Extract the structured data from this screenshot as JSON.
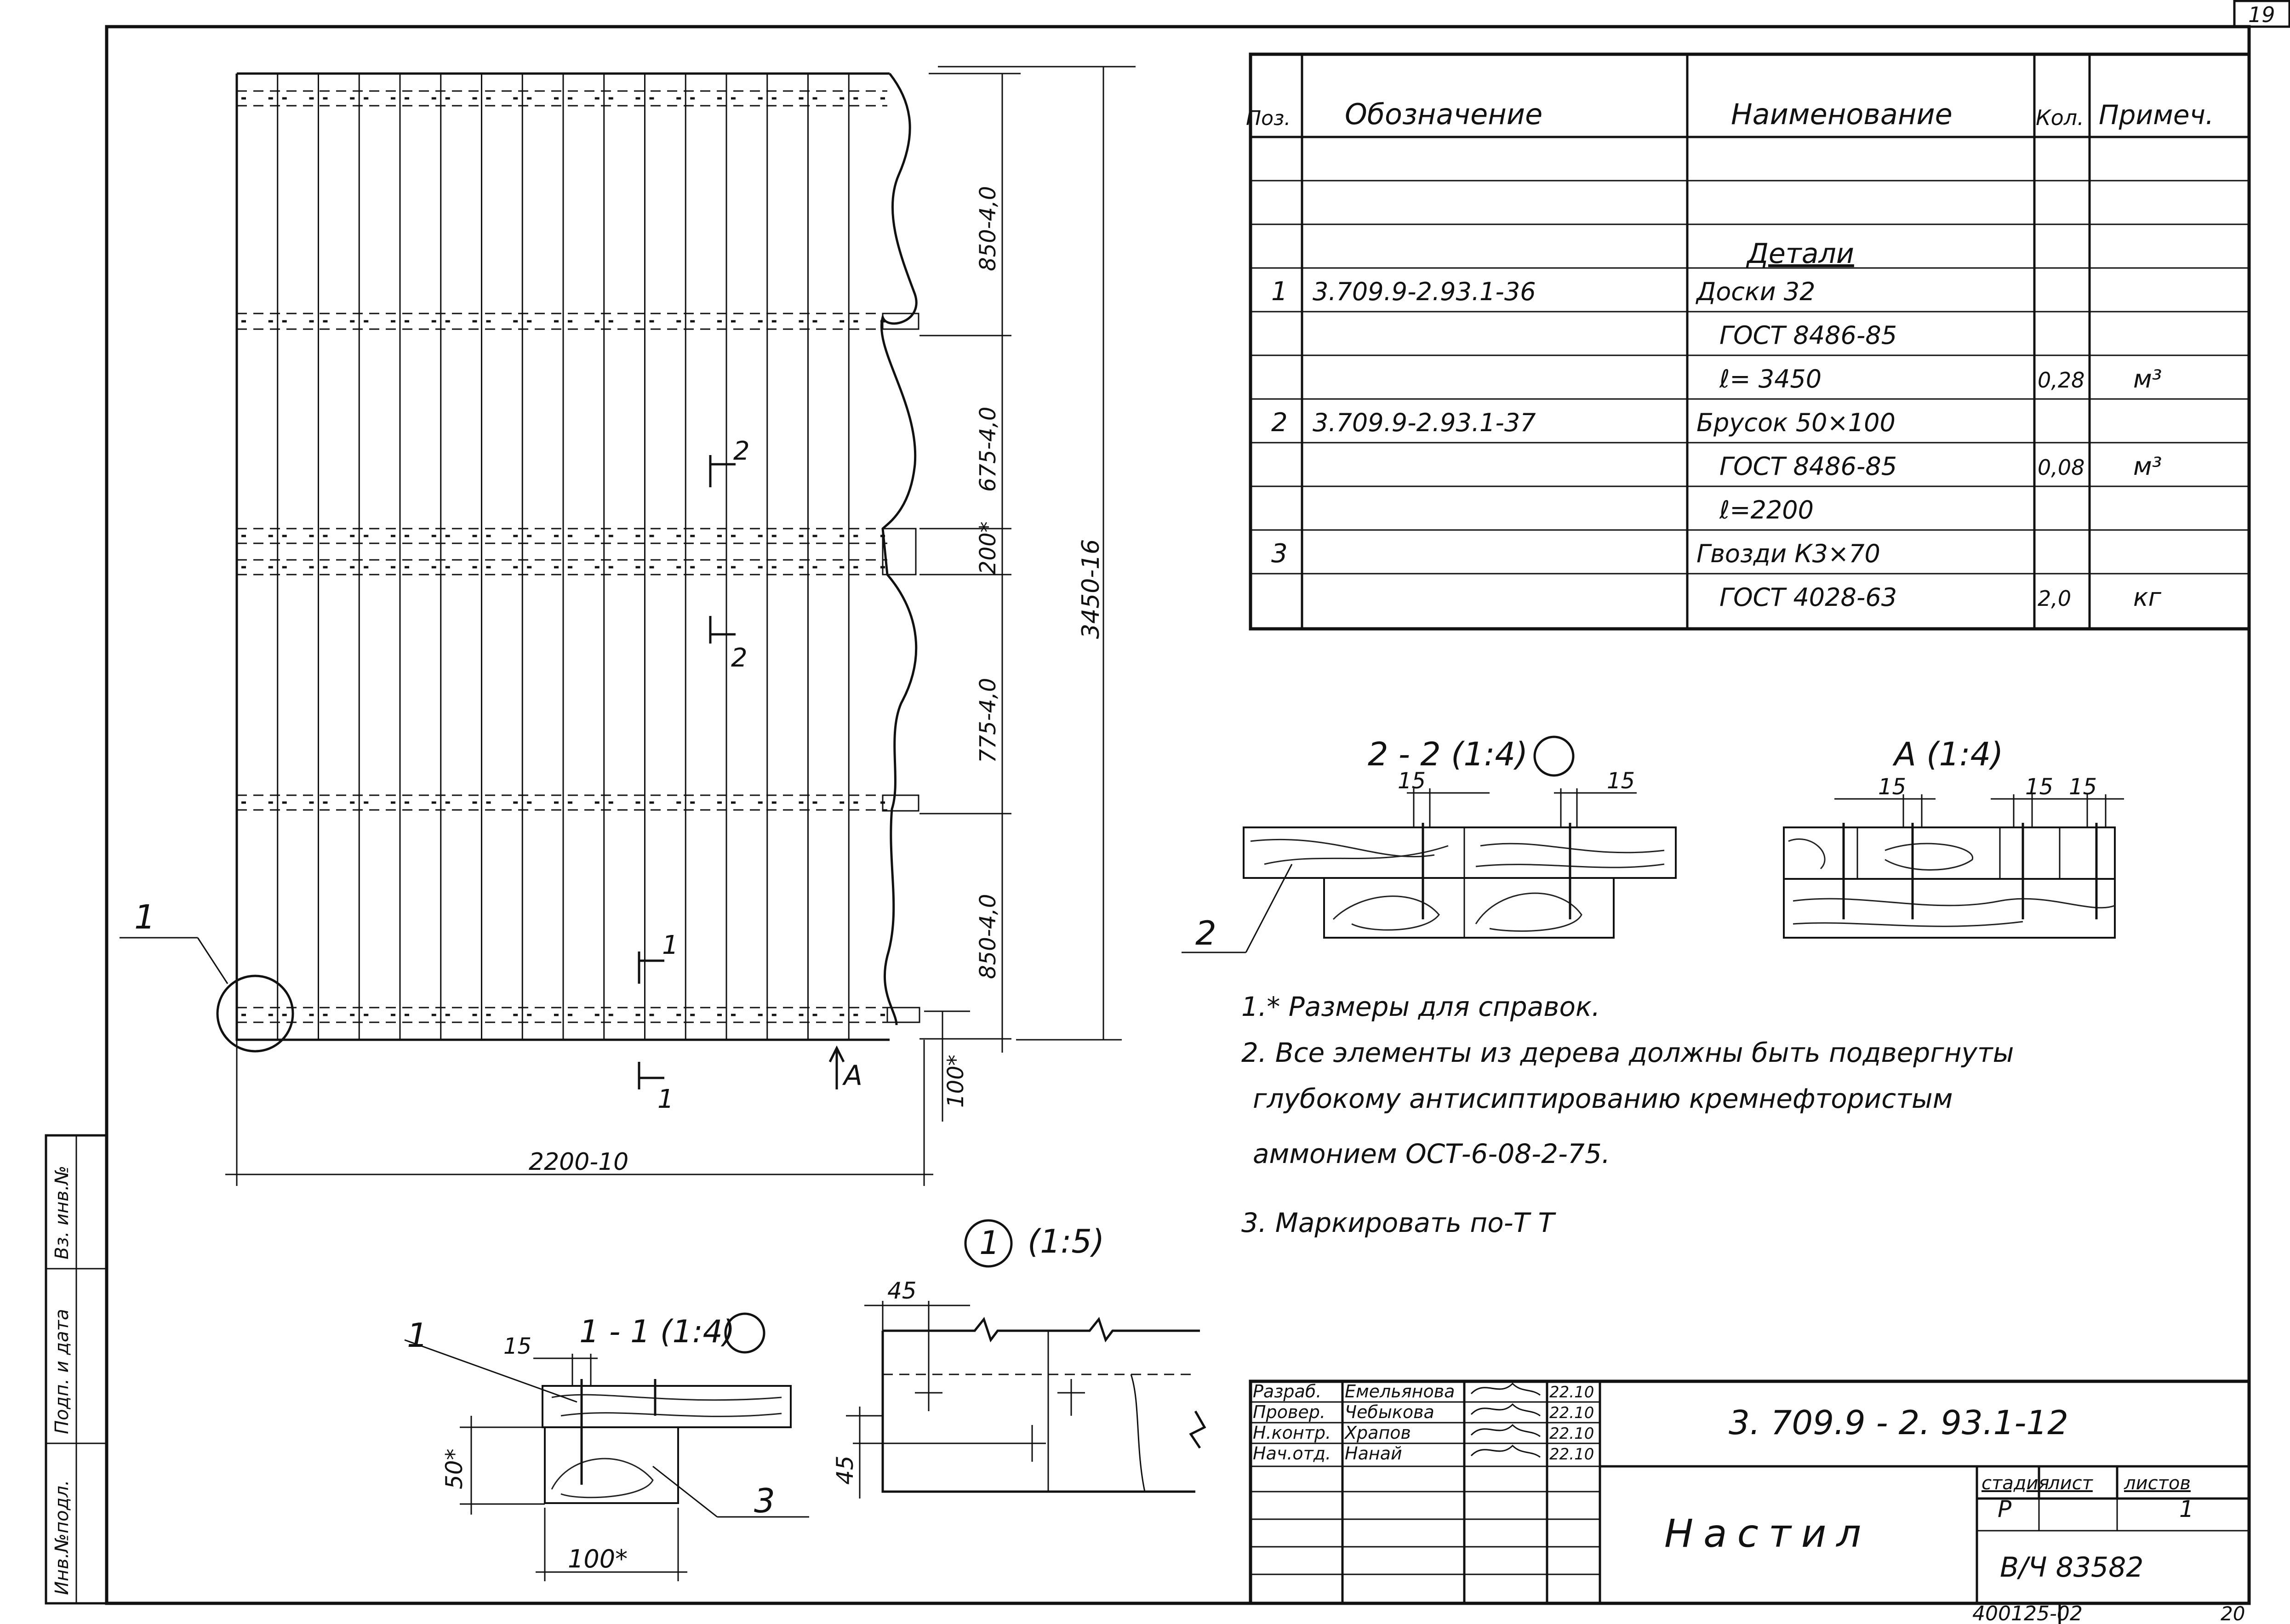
{
  "sheet": {
    "page_number": "19",
    "bottom_number": "20",
    "archive_code": "400125-02"
  },
  "side_stamp": {
    "cells": [
      "Инв.№подл.",
      "Подп. и дата",
      "Вз. инв.№"
    ]
  },
  "spec_table": {
    "headers": {
      "pos": "Поз.",
      "designation": "Обозначение",
      "name": "Наименование",
      "qty": "Кол.",
      "note": "Примеч."
    },
    "section_title": "Детали",
    "rows": [
      {
        "pos": "1",
        "designation": "3.709.9-2.93.1-36",
        "name": "Доски 32",
        "qty": "",
        "note": ""
      },
      {
        "pos": "",
        "designation": "",
        "name": "ГОСТ 8486-85",
        "qty": "",
        "note": ""
      },
      {
        "pos": "",
        "designation": "",
        "name": "ℓ= 3450",
        "qty": "0,28",
        "note": "м³"
      },
      {
        "pos": "2",
        "designation": "3.709.9-2.93.1-37",
        "name": "Брусок 50×100",
        "qty": "",
        "note": ""
      },
      {
        "pos": "",
        "designation": "",
        "name": "ГОСТ 8486-85",
        "qty": "0,08",
        "note": "м³"
      },
      {
        "pos": "",
        "designation": "",
        "name": "ℓ=2200",
        "qty": "",
        "note": ""
      },
      {
        "pos": "3",
        "designation": "",
        "name": "Гвозди К3×70",
        "qty": "",
        "note": ""
      },
      {
        "pos": "",
        "designation": "",
        "name": "ГОСТ 4028-63",
        "qty": "2,0",
        "note": "кг"
      }
    ]
  },
  "plan": {
    "dims_right": [
      "850-4,0",
      "675-4,0",
      "200*",
      "775-4,0",
      "850-4,0"
    ],
    "overall_height": "3450-16",
    "overall_width": "2200-10",
    "bottom_gap": "100*",
    "callout_label": "1",
    "section_marks": [
      "2",
      "2",
      "1",
      "1"
    ],
    "view_mark": "А"
  },
  "section_2_2": {
    "title": "2 - 2 (1:4)",
    "dim_left": "15",
    "dim_right": "15",
    "leader": "2"
  },
  "view_a": {
    "title": "А (1:4)",
    "dim_a": "15",
    "dim_b": "15",
    "dim_c": "15"
  },
  "section_1_1": {
    "title": "1 - 1 (1:4)",
    "dim_top": "15",
    "dim_height": "50*",
    "dim_width": "100*",
    "leader_1": "1",
    "leader_3": "3"
  },
  "detail_1": {
    "num": "1",
    "scale": "(1:5)",
    "dim_top": "45",
    "dim_left": "45"
  },
  "notes": [
    "1.* Размеры для справок.",
    "2. Все элементы из дерева должны быть подвергнуты",
    "глубокому антисиптированию кремнефтористым",
    "аммонием ОСТ-6-08-2-75.",
    "3. Маркировать по-Т Т"
  ],
  "title_block": {
    "roles": [
      "Разраб.",
      "Провер.",
      "Н.контр.",
      "Нач.отд."
    ],
    "names": [
      "Емельянова",
      "Чебыкова",
      "Храпов",
      "Нанай"
    ],
    "dates": [
      "22.10",
      "22.10",
      "22.10",
      "22.10"
    ],
    "code": "3. 709.9 - 2. 93.1-12",
    "title": "Настил",
    "stage_header": "стадия",
    "sheet_header": "лист",
    "sheets_header": "листов",
    "stage": "Р",
    "sheets": "1",
    "org": "В/Ч 83582"
  }
}
